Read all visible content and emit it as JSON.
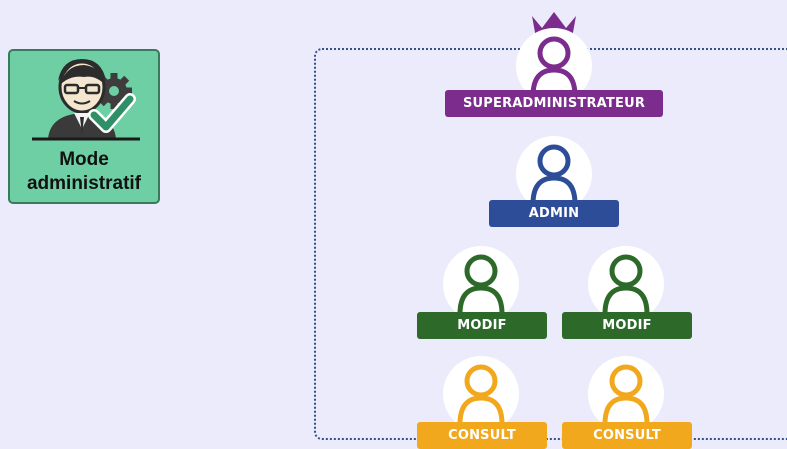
{
  "mode": {
    "title_line1": "Mode",
    "title_line2": "administratif",
    "icon": "admin-user-gear-check-icon"
  },
  "roles": [
    {
      "label": "SUPERADMINISTRATEUR",
      "color": "#7b2c8c",
      "icon": "crowned-user-icon"
    },
    {
      "label": "ADMIN",
      "color": "#2d4d99",
      "icon": "user-icon"
    },
    {
      "label": "MODIF",
      "color": "#2d6a2a",
      "icon": "user-icon"
    },
    {
      "label": "MODIF",
      "color": "#2d6a2a",
      "icon": "user-icon"
    },
    {
      "label": "CONSULT",
      "color": "#f2a81d",
      "icon": "user-icon"
    },
    {
      "label": "CONSULT",
      "color": "#f2a81d",
      "icon": "user-icon"
    }
  ]
}
